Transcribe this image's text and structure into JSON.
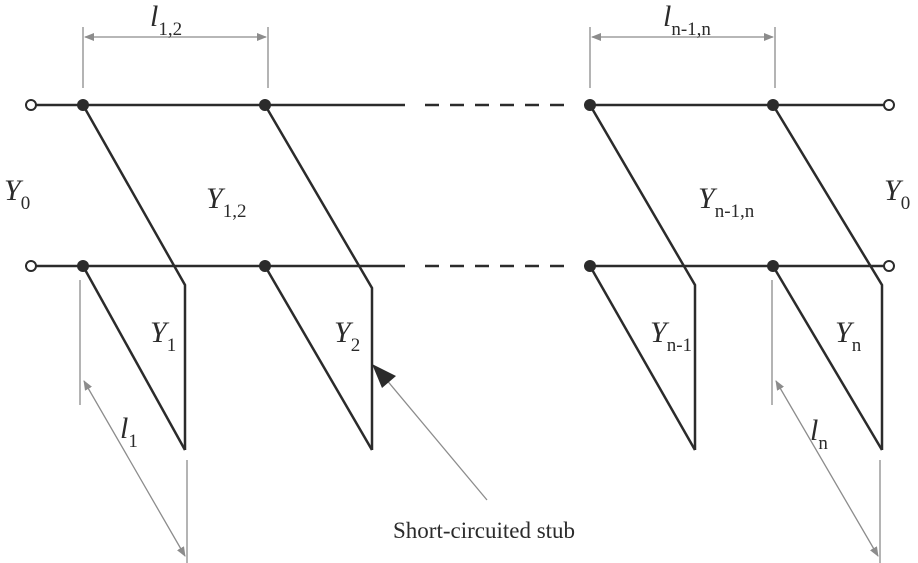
{
  "labels": {
    "y0_left": {
      "base": "Y",
      "sub": "0"
    },
    "y0_right": {
      "base": "Y",
      "sub": "0"
    },
    "y12": {
      "base": "Y",
      "sub": "1,2"
    },
    "ynm1n": {
      "base": "Y",
      "sub": "n-1,n"
    },
    "y1": {
      "base": "Y",
      "sub": "1"
    },
    "y2": {
      "base": "Y",
      "sub": "2"
    },
    "ynm1": {
      "base": "Y",
      "sub": "n-1"
    },
    "yn": {
      "base": "Y",
      "sub": "n"
    },
    "l12": {
      "base": "l",
      "sub": "1,2"
    },
    "lnm1n": {
      "base": "l",
      "sub": "n-1,n"
    },
    "l1": {
      "base": "l",
      "sub": "1"
    },
    "ln": {
      "base": "l",
      "sub": "n"
    },
    "stub_caption": "Short-circuited stub"
  },
  "colors": {
    "line": "#2b2b2b",
    "dim": "#8c8c8c"
  }
}
